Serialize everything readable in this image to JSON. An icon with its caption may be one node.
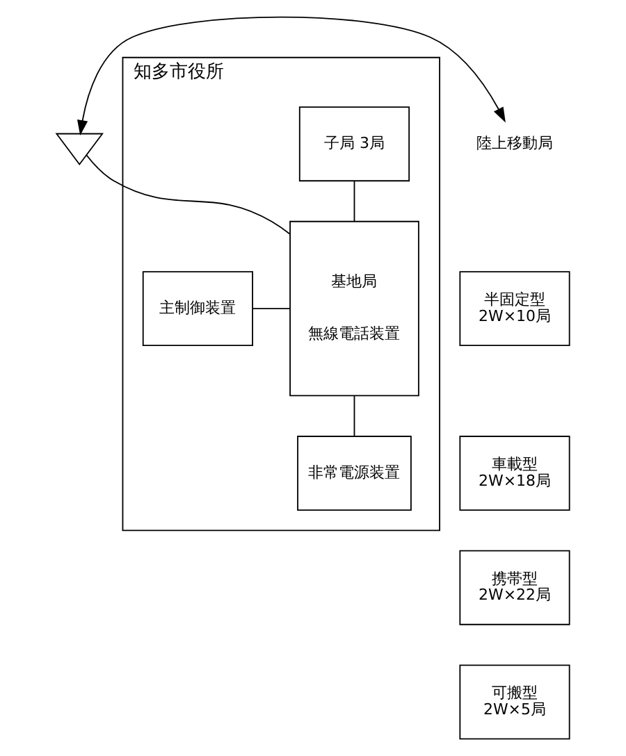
{
  "diagram": {
    "nodes": [
      {
        "text": [],
        "shape": "triangle"
      },
      {
        "text": [
          "知多市役所"
        ]
      },
      {
        "text": [
          "主制御装置"
        ],
        "in": 1
      },
      {
        "text": [
          "基地局",
          "無線電話装置"
        ],
        "in": 1
      },
      {
        "text": [
          "子局 3局"
        ],
        "in": 1
      },
      {
        "text": [
          "非常電源装置"
        ],
        "in": 1
      },
      {
        "text": [
          "陸上移動局"
        ]
      },
      {
        "text": [
          "半固定型",
          "2W×10局"
        ]
      },
      {
        "text": [
          "車載型",
          "2W×18局"
        ]
      },
      {
        "text": [
          "携帯型",
          "2W×22局"
        ]
      },
      {
        "text": [
          "可搬型",
          "2W×5局"
        ]
      }
    ],
    "edges": [
      {
        "from": 0,
        "to": 3,
        "arrow": "none"
      },
      {
        "from": 2,
        "to": 3,
        "arrow": "none"
      },
      {
        "from": 4,
        "to": 3,
        "arrow": "none"
      },
      {
        "from": 3,
        "to": 5,
        "arrow": "none"
      },
      {
        "from": 0,
        "to": 6,
        "arrow": "both"
      }
    ]
  }
}
